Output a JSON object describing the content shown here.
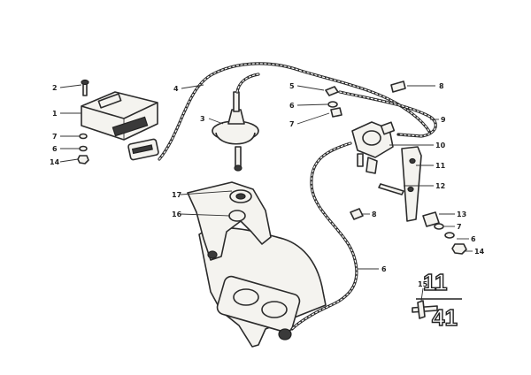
{
  "callouts": {
    "c1": "1",
    "c2": "2",
    "c3": "3",
    "c4": "4",
    "c5": "5",
    "c6": "6",
    "c7": "7",
    "c8": "8",
    "c9": "9",
    "c10": "10",
    "c11": "11",
    "c12": "12",
    "c13": "13",
    "c14": "14",
    "c15": "15",
    "c16": "16",
    "c17": "17"
  },
  "reference": {
    "top": "11",
    "bottom": "41"
  }
}
